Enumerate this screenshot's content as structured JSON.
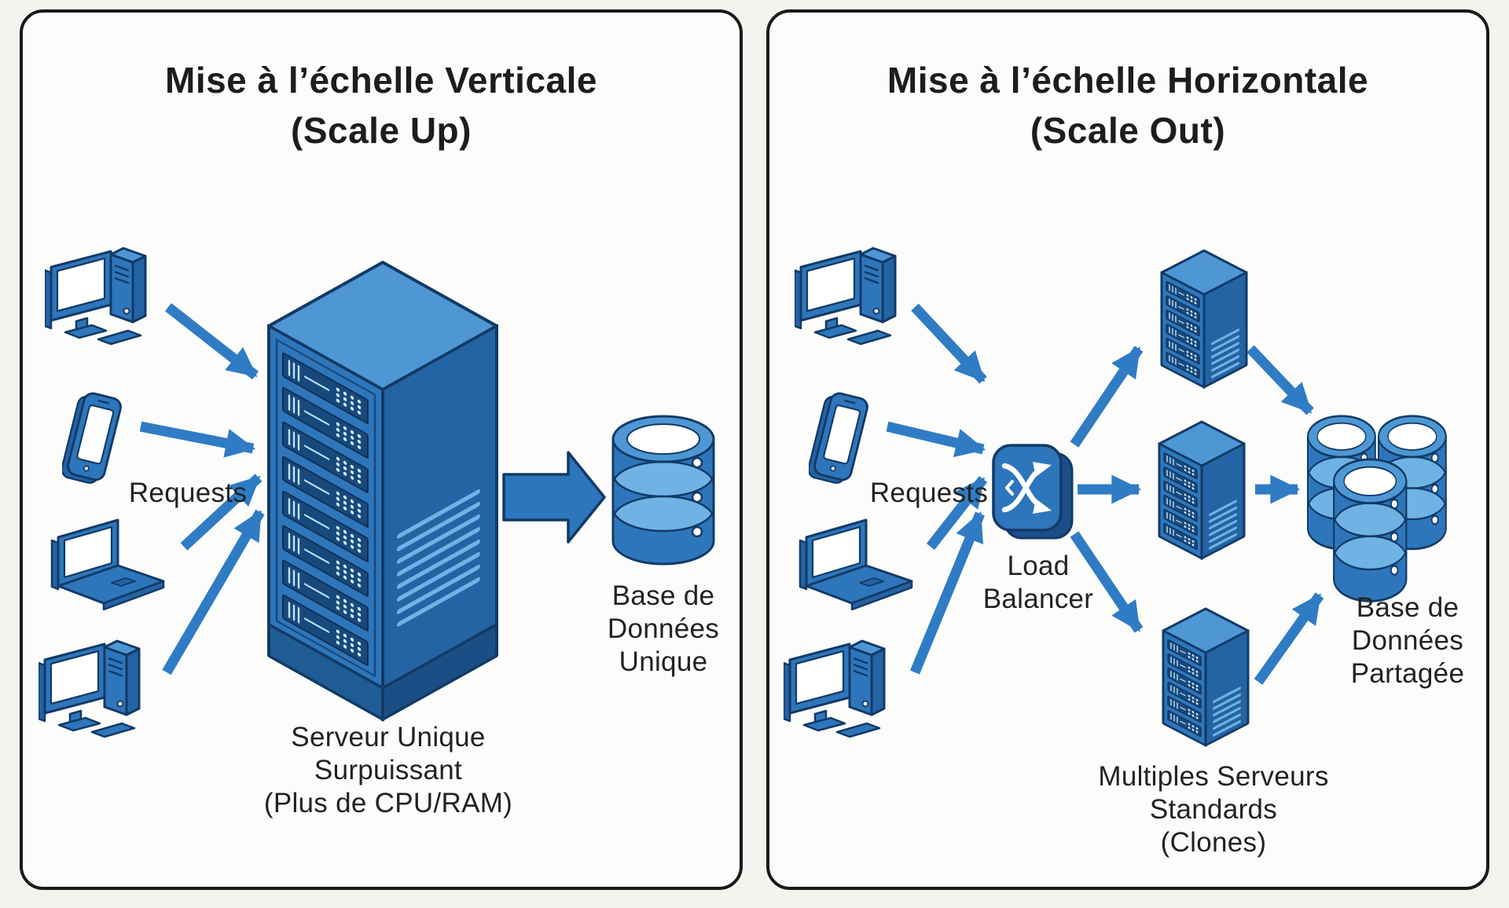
{
  "theme": {
    "page_bg": "#F4F3F0",
    "panel_bg": "#FCFCFB",
    "panel_border": "#1A1A1A",
    "title_color": "#1D1D1B",
    "label_color": "#222222",
    "blue_primary": "#2E76BB",
    "blue_top": "#4E97D4",
    "blue_side": "#2463A4",
    "blue_band": "#6FB3E4",
    "outline_navy": "#123A66",
    "arrow_blue": "#2F7CC5",
    "screen_white": "#FFFFFF"
  },
  "icons": {
    "desktop-computer-icon": "isometric monitor with tower pc",
    "smartphone-icon": "tilted smartphone",
    "laptop-icon": "isometric open laptop",
    "server-tower-icon": "isometric rack server tower",
    "load-balancer-icon": "rounded square with crossing arrows",
    "database-icon": "stacked database cylinder",
    "block-arrow-icon": "fat right-pointing block arrow",
    "request-arrow": "blue flow arrow"
  },
  "left_panel": {
    "id": "vertical-scaling",
    "title_line1": "Mise à l’échelle Verticale",
    "title_line2": "(Scale Up)",
    "requests_label": "Requests",
    "server_label": [
      "Serveur Unique",
      "Surpuissant",
      "(Plus de CPU/RAM)"
    ],
    "database_label": [
      "Base de",
      "Données",
      "Unique"
    ],
    "client_icons": [
      "desktop-computer",
      "smartphone",
      "laptop",
      "desktop-computer"
    ],
    "server_count": 1,
    "database_count": 1
  },
  "right_panel": {
    "id": "horizontal-scaling",
    "title_line1": "Mise à l’échelle Horizontale",
    "title_line2": "(Scale Out)",
    "requests_label": "Requests",
    "load_balancer_label": [
      "Load",
      "Balancer"
    ],
    "servers_label": [
      "Multiples Serveurs",
      "Standards",
      "(Clones)"
    ],
    "database_label": [
      "Base de",
      "Données",
      "Partagée"
    ],
    "client_icons": [
      "desktop-computer",
      "smartphone",
      "laptop",
      "desktop-computer"
    ],
    "server_count": 3,
    "database_count": 3
  }
}
